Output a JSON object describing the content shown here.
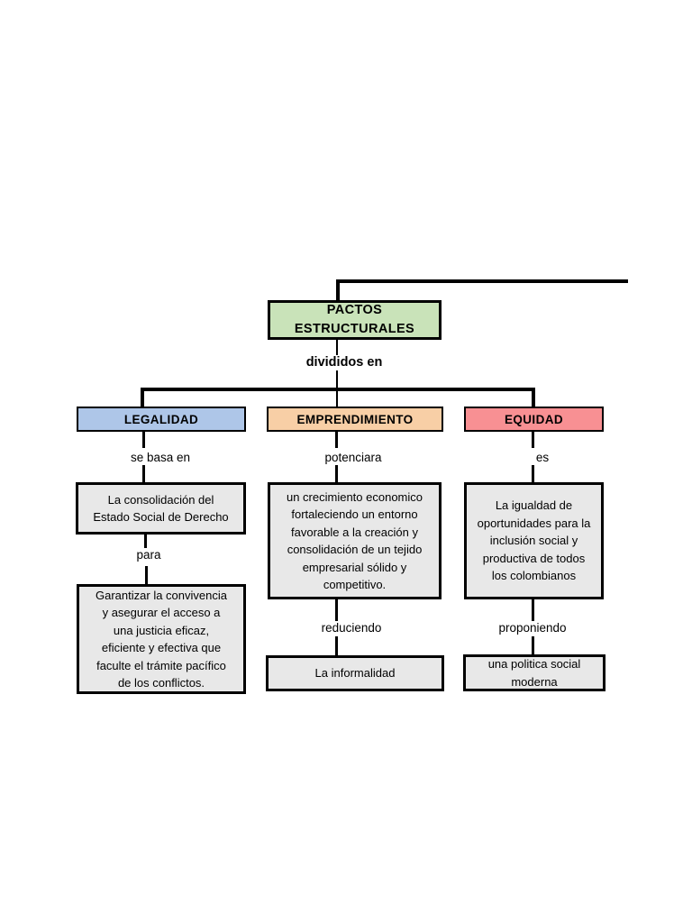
{
  "colors": {
    "root_fill": "#c9e3b9",
    "legalidad_fill": "#aec6e8",
    "emprendimiento_fill": "#f8cfa6",
    "equidad_fill": "#f89093",
    "detail_fill": "#e8e8e8",
    "line": "#000000"
  },
  "root": {
    "label": "PACTOS\nESTRUCTURALES",
    "connector_label": "divididos en"
  },
  "branches": {
    "legalidad": {
      "title": "LEGALIDAD",
      "link1": "se basa en",
      "box1": "La consolidación del\nEstado Social de Derecho",
      "link2": "para",
      "box2": "Garantizar la convivencia\ny asegurar el acceso a\nuna justicia eficaz,\neficiente y efectiva que\nfaculte el trámite pacífico\nde los conflictos."
    },
    "emprendimiento": {
      "title": "EMPRENDIMIENTO",
      "link1": "potenciara",
      "box1": "un crecimiento economico\nfortaleciendo un entorno\nfavorable a la creación y\nconsolidación de un tejido\nempresarial sólido y\ncompetitivo.",
      "link2": "reduciendo",
      "box2": "La informalidad"
    },
    "equidad": {
      "title": "EQUIDAD",
      "link1": "es",
      "box1": "La igualdad de\noportunidades para la\ninclusión social y\nproductiva de todos\nlos colombianos",
      "link2": "proponiendo",
      "box2": "una politica social\nmoderna"
    }
  }
}
